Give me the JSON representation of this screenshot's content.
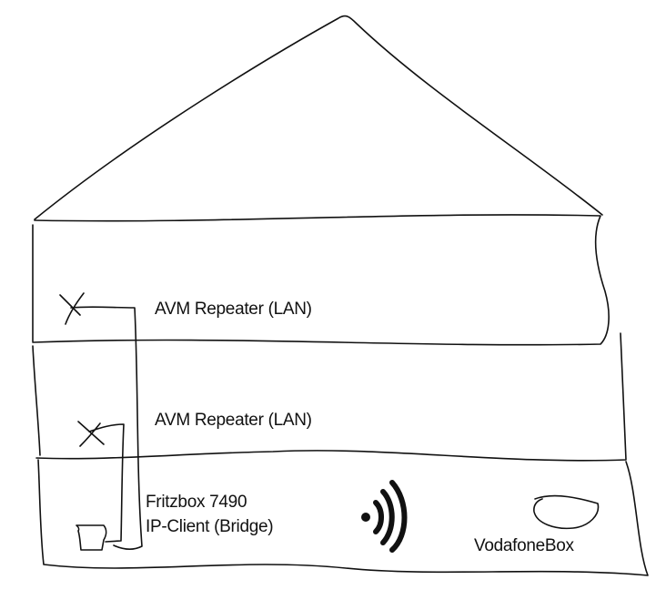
{
  "floors": {
    "top": {
      "label": "AVM Repeater (LAN)"
    },
    "middle": {
      "label": "AVM Repeater (LAN)"
    },
    "ground": {
      "device_name": "Fritzbox 7490",
      "device_mode": "IP-Client (Bridge)",
      "router_label": "VodafoneBox"
    }
  },
  "icons": [
    "repeater-x-icon",
    "wifi-signal-icon",
    "router-blob-icon",
    "fritzbox-device-icon"
  ]
}
